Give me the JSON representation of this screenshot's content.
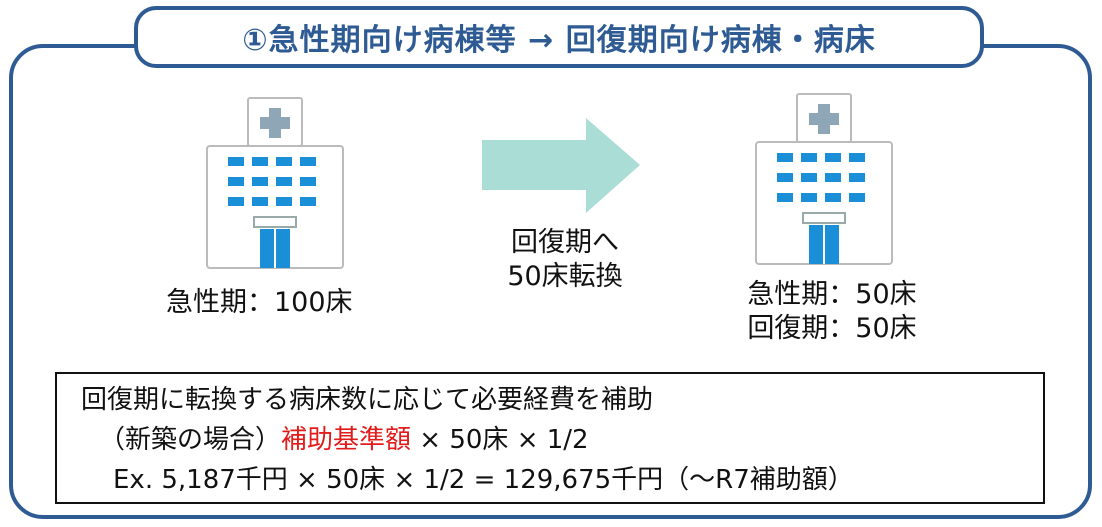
{
  "header": {
    "title": "①急性期向け病棟等 → 回復期向け病棟・病床"
  },
  "left_hospital": {
    "label": "急性期：100床"
  },
  "arrow": {
    "line1": "回復期へ",
    "line2": "50床転換"
  },
  "right_hospital": {
    "line1": "急性期：50床",
    "line2": "回復期：50床"
  },
  "info_box": {
    "line1": "回復期に転換する病床数に応じて必要経費を補助",
    "line2_prefix": "（新築の場合）",
    "line2_highlight": "補助基準額",
    "line2_suffix": " × 50床 × 1/2",
    "line3": "Ex. 5,187千円 × 50床 × 1/2 = 129,675千円（～R7補助額）"
  },
  "colors": {
    "frame_border": "#2e5b93",
    "title_text": "#2e5b93",
    "arrow_fill": "#a9ddd6",
    "highlight_text": "#e21b1b",
    "building_window": "#1a8ed6",
    "building_cross": "#8fa6b6"
  }
}
